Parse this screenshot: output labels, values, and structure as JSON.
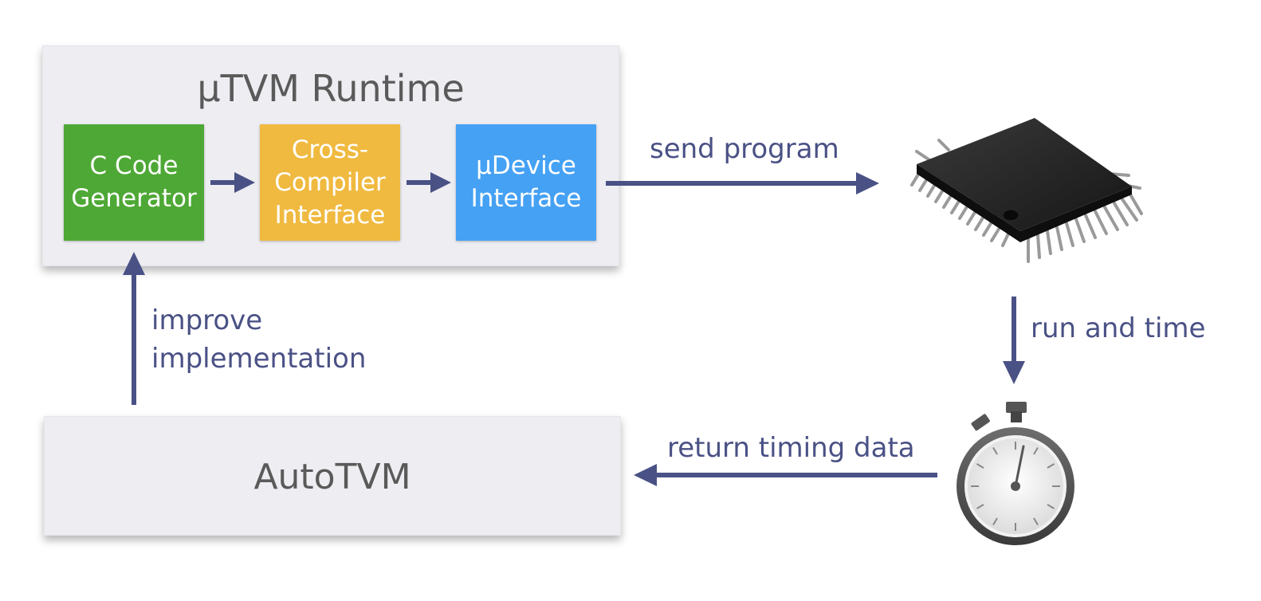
{
  "runtime": {
    "title": "µTVM Runtime",
    "stages": {
      "codegen": "C Code\nGenerator",
      "crosscompiler": "Cross-\nCompiler\nInterface",
      "udevice": "µDevice\nInterface"
    }
  },
  "autotvm": {
    "title": "AutoTVM"
  },
  "edges": {
    "send": "send program",
    "run": "run and time",
    "return": "return timing data",
    "improve": "improve\nimplementation"
  },
  "icons": {
    "device": "microchip-icon",
    "timer": "stopwatch-icon"
  },
  "colors": {
    "codegen": "#4ea835",
    "crosscompiler": "#f0ba40",
    "udevice": "#45a1f4",
    "arrow": "#4a5185",
    "panel": "#ededf2"
  }
}
